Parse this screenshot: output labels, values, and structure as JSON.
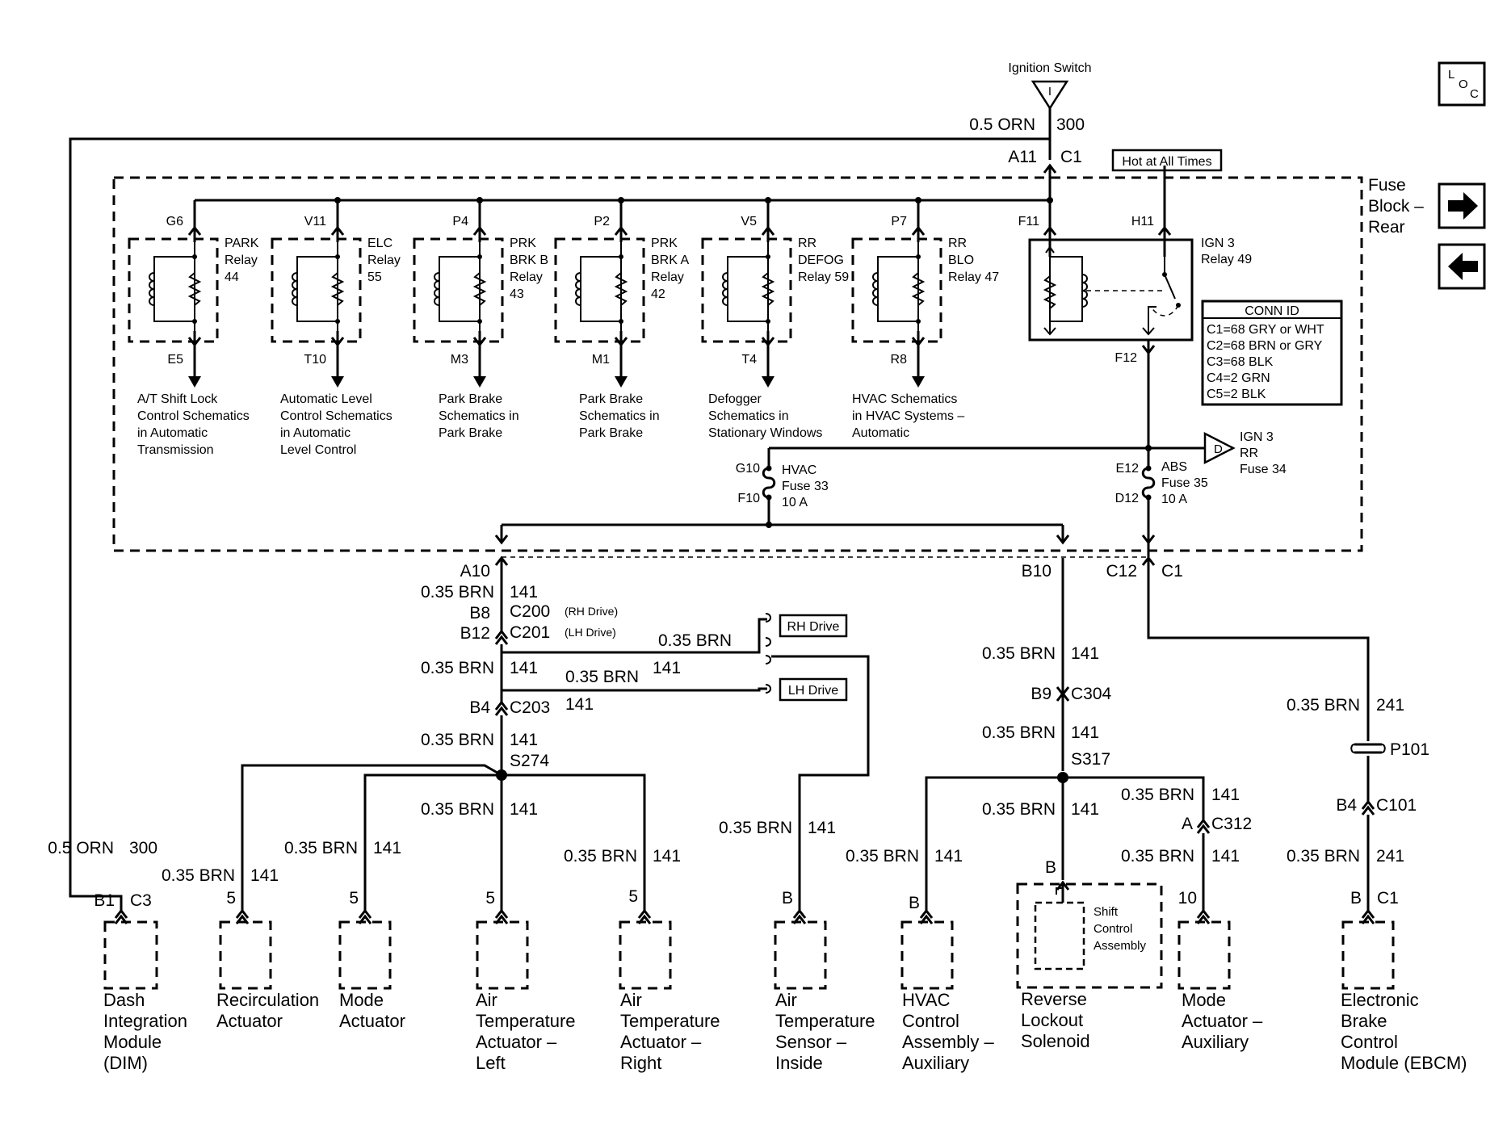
{
  "ignition": {
    "title": "Ignition Switch",
    "symbol": "I"
  },
  "loc_icon": {
    "l": "L",
    "o": "O",
    "c": "C"
  },
  "nav": {
    "next_icon": "arrow-right-icon",
    "prev_icon": "arrow-left-icon"
  },
  "feed": {
    "wire": "0.5 ORN",
    "circuit": "300",
    "pin": "A11",
    "connector": "C1"
  },
  "hot_at_all_times": "Hot at All Times",
  "fuse_block": {
    "line1": "Fuse",
    "line2": "Block –",
    "line3": "Rear"
  },
  "relays": [
    {
      "top_pin": "G6",
      "bottom_pin": "E5",
      "name": [
        "PARK",
        "Relay",
        "44"
      ],
      "desc": [
        "A/T Shift Lock",
        "Control Schematics",
        "in Automatic",
        "Transmission"
      ]
    },
    {
      "top_pin": "V11",
      "bottom_pin": "T10",
      "name": [
        "ELC",
        "Relay",
        "55"
      ],
      "desc": [
        "Automatic Level",
        "Control Schematics",
        "in Automatic",
        "Level Control"
      ]
    },
    {
      "top_pin": "P4",
      "bottom_pin": "M3",
      "name": [
        "PRK",
        "BRK B",
        "Relay",
        "43"
      ],
      "desc": [
        "Park Brake",
        "Schematics in",
        "Park Brake"
      ]
    },
    {
      "top_pin": "P2",
      "bottom_pin": "M1",
      "name": [
        "PRK",
        "BRK A",
        "Relay",
        "42"
      ],
      "desc": [
        "Park Brake",
        "Schematics in",
        "Park Brake"
      ]
    },
    {
      "top_pin": "V5",
      "bottom_pin": "T4",
      "name": [
        "RR",
        "DEFOG",
        "Relay 59"
      ],
      "desc": [
        "Defogger",
        "Schematics in",
        "Stationary Windows"
      ]
    },
    {
      "top_pin": "P7",
      "bottom_pin": "R8",
      "name": [
        "RR",
        "BLO",
        "Relay 47"
      ],
      "desc": [
        "HVAC Schematics",
        "in HVAC Systems –",
        "Automatic"
      ]
    }
  ],
  "ign3_relay": {
    "pin_left": "F11",
    "pin_right": "H11",
    "name": [
      "IGN 3",
      "Relay 49"
    ],
    "out_pin": "F12"
  },
  "conn_id": {
    "title": "CONN ID",
    "rows": [
      "C1=68 GRY or WHT",
      "C2=68 BRN or GRY",
      "C3=68 BLK",
      "C4=2 GRN",
      "C5=2 BLK"
    ]
  },
  "ign3_ref": {
    "symbol": "D",
    "label": [
      "IGN 3",
      "RR",
      "Fuse 34"
    ]
  },
  "hvac_fuse": {
    "pin_top": "G10",
    "pin_bottom": "F10",
    "label": [
      "HVAC",
      "Fuse 33",
      "10 A"
    ]
  },
  "abs_fuse": {
    "pin_top": "E12",
    "pin_bottom": "D12",
    "label": [
      "ABS",
      "Fuse 35",
      "10 A"
    ]
  },
  "left_branch": {
    "pin_a10": "A10",
    "wire1": "0.35 BRN",
    "circuit1": "141",
    "pin_b8": "B8",
    "c200": "C200",
    "c200_note": "(RH Drive)",
    "pin_b12": "B12",
    "c201": "C201",
    "c201_note": "(LH Drive)",
    "rh_wire": "0.35 BRN",
    "rh_drive": "RH Drive",
    "wire2": "0.35 BRN",
    "circuit2": "141",
    "lh_wire": "0.35 BRN",
    "lh_circuit": "141",
    "lh_circuit2": "141",
    "lh_drive": "LH Drive",
    "pin_b4": "B4",
    "c203": "C203",
    "wire3": "0.35 BRN",
    "circuit3": "141",
    "splice": "S274",
    "wire4": "0.35 BRN",
    "circuit4": "141"
  },
  "mid_branch": {
    "pin_b10": "B10",
    "wire1": "0.35 BRN",
    "circuit1": "141",
    "pin_b9": "B9",
    "c304": "C304",
    "wire2": "0.35 BRN",
    "circuit2": "141",
    "splice": "S317",
    "wire3": "0.35 BRN",
    "circuit3": "141",
    "wire4": "0.35 BRN",
    "circuit4": "141",
    "pin_a": "A",
    "c312": "C312",
    "wire5": "0.35 BRN",
    "circuit5": "141"
  },
  "right_branch": {
    "pin_c12": "C12",
    "connector": "C1",
    "wire1": "0.35 BRN",
    "circuit1": "241",
    "p101": "P101",
    "pin_b4": "B4",
    "c101": "C101",
    "wire2": "0.35 BRN",
    "circuit2": "241"
  },
  "components": [
    {
      "wire": "0.5 ORN",
      "circuit": "300",
      "pin": "B1",
      "conn": "C3",
      "name": [
        "Dash",
        "Integration",
        "Module",
        "(DIM)"
      ]
    },
    {
      "wire": "0.35 BRN",
      "circuit": "141",
      "pin": "5",
      "name": [
        "Recirculation",
        "Actuator"
      ]
    },
    {
      "wire": "0.35 BRN",
      "circuit": "141",
      "pin": "5",
      "name": [
        "Mode",
        "Actuator"
      ]
    },
    {
      "pin": "5",
      "name": [
        "Air",
        "Temperature",
        "Actuator –",
        "Left"
      ]
    },
    {
      "wire": "0.35 BRN",
      "circuit": "141",
      "pin": "5",
      "name": [
        "Air",
        "Temperature",
        "Actuator –",
        "Right"
      ]
    },
    {
      "wire": "0.35 BRN",
      "circuit": "141",
      "pin": "B",
      "name": [
        "Air",
        "Temperature",
        "Sensor –",
        "Inside"
      ]
    },
    {
      "wire": "0.35 BRN",
      "circuit": "141",
      "pin": "B",
      "name": [
        "HVAC",
        "Control",
        "Assembly –",
        "Auxiliary"
      ]
    },
    {
      "pin": "B",
      "inner": [
        "Shift",
        "Control",
        "Assembly"
      ],
      "name": [
        "Reverse",
        "Lockout",
        "Solenoid"
      ]
    },
    {
      "pin": "10",
      "name": [
        "Mode",
        "Actuator –",
        "Auxiliary"
      ]
    },
    {
      "pin": "B",
      "conn": "C1",
      "name": [
        "Electronic",
        "Brake",
        "Control",
        "Module (EBCM)"
      ]
    }
  ]
}
